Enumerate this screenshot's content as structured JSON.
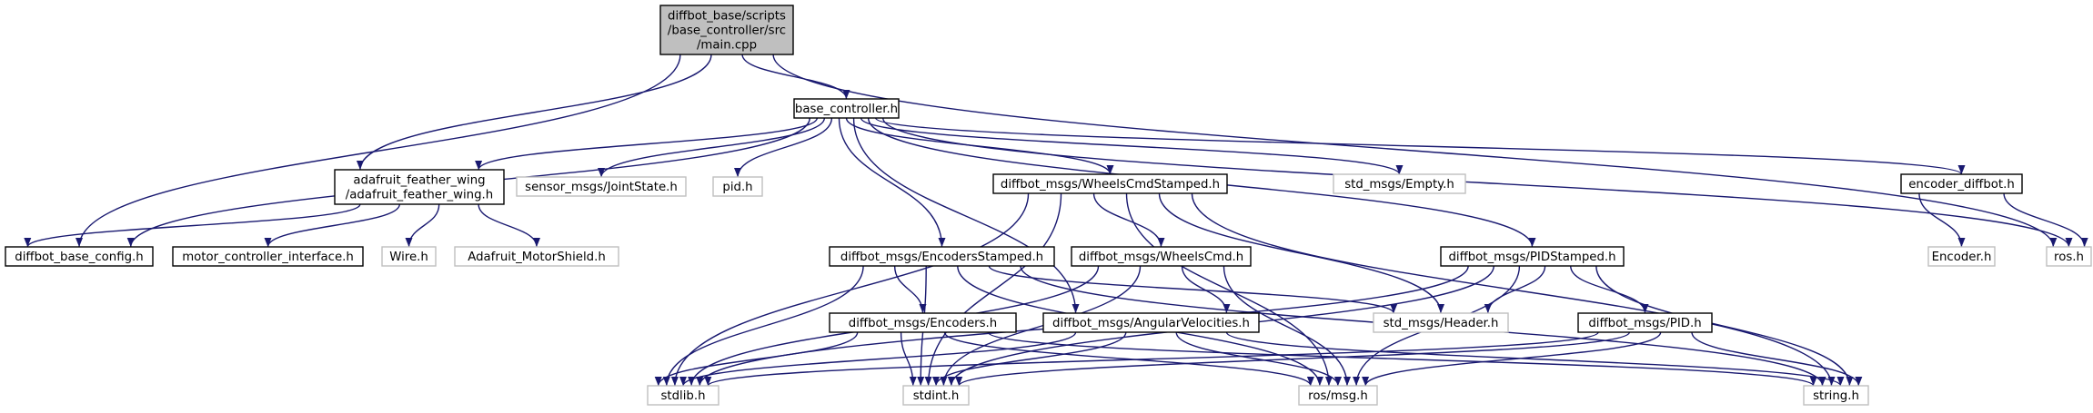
{
  "colors": {
    "edge": "#191970",
    "node_border": "#000000",
    "node_border_external": "#bfbfbf",
    "node_fill": "#ffffff",
    "root_fill": "#bfbfbf",
    "text": "#000000",
    "text_external": "#000000"
  },
  "graph": {
    "nodes": [
      {
        "id": "main",
        "lines": [
          "diffbot_base/scripts",
          "/base_controller/src",
          "/main.cpp"
        ],
        "kind": "root"
      },
      {
        "id": "base_controller",
        "lines": [
          "base_controller.h"
        ],
        "kind": "internal"
      },
      {
        "id": "adafruit_wing",
        "lines": [
          "adafruit_feather_wing",
          "/adafruit_feather_wing.h"
        ],
        "kind": "internal"
      },
      {
        "id": "diffbot_base_config",
        "lines": [
          "diffbot_base_config.h"
        ],
        "kind": "internal"
      },
      {
        "id": "motor_controller_interface",
        "lines": [
          "motor_controller_interface.h"
        ],
        "kind": "internal"
      },
      {
        "id": "wire",
        "lines": [
          "Wire.h"
        ],
        "kind": "external"
      },
      {
        "id": "adafruit_motorshield",
        "lines": [
          "Adafruit_MotorShield.h"
        ],
        "kind": "external"
      },
      {
        "id": "sensor_jointstate",
        "lines": [
          "sensor_msgs/JointState.h"
        ],
        "kind": "external"
      },
      {
        "id": "pid_h",
        "lines": [
          "pid.h"
        ],
        "kind": "external"
      },
      {
        "id": "wheels_cmd_stamped",
        "lines": [
          "diffbot_msgs/WheelsCmdStamped.h"
        ],
        "kind": "internal"
      },
      {
        "id": "std_empty",
        "lines": [
          "std_msgs/Empty.h"
        ],
        "kind": "external"
      },
      {
        "id": "encoder_diffbot",
        "lines": [
          "encoder_diffbot.h"
        ],
        "kind": "internal"
      },
      {
        "id": "encoder_h",
        "lines": [
          "Encoder.h"
        ],
        "kind": "external"
      },
      {
        "id": "ros_h",
        "lines": [
          "ros.h"
        ],
        "kind": "external"
      },
      {
        "id": "encoders_stamped",
        "lines": [
          "diffbot_msgs/EncodersStamped.h"
        ],
        "kind": "internal"
      },
      {
        "id": "wheels_cmd",
        "lines": [
          "diffbot_msgs/WheelsCmd.h"
        ],
        "kind": "internal"
      },
      {
        "id": "pid_stamped",
        "lines": [
          "diffbot_msgs/PIDStamped.h"
        ],
        "kind": "internal"
      },
      {
        "id": "encoders",
        "lines": [
          "diffbot_msgs/Encoders.h"
        ],
        "kind": "internal"
      },
      {
        "id": "angular_velocities",
        "lines": [
          "diffbot_msgs/AngularVelocities.h"
        ],
        "kind": "internal"
      },
      {
        "id": "std_header",
        "lines": [
          "std_msgs/Header.h"
        ],
        "kind": "external"
      },
      {
        "id": "pid_msg",
        "lines": [
          "diffbot_msgs/PID.h"
        ],
        "kind": "internal"
      },
      {
        "id": "stdlib",
        "lines": [
          "stdlib.h"
        ],
        "kind": "external"
      },
      {
        "id": "stdint",
        "lines": [
          "stdint.h"
        ],
        "kind": "external"
      },
      {
        "id": "ros_msg",
        "lines": [
          "ros/msg.h"
        ],
        "kind": "external"
      },
      {
        "id": "string_h",
        "lines": [
          "string.h"
        ],
        "kind": "external"
      }
    ],
    "edges": [
      [
        "main",
        "base_controller"
      ],
      [
        "main",
        "adafruit_wing"
      ],
      [
        "main",
        "diffbot_base_config"
      ],
      [
        "main",
        "ros_h"
      ],
      [
        "base_controller",
        "adafruit_wing"
      ],
      [
        "base_controller",
        "diffbot_base_config"
      ],
      [
        "base_controller",
        "sensor_jointstate"
      ],
      [
        "base_controller",
        "pid_h"
      ],
      [
        "base_controller",
        "wheels_cmd_stamped"
      ],
      [
        "base_controller",
        "std_empty"
      ],
      [
        "base_controller",
        "encoder_diffbot"
      ],
      [
        "base_controller",
        "encoders_stamped"
      ],
      [
        "base_controller",
        "pid_stamped"
      ],
      [
        "base_controller",
        "angular_velocities"
      ],
      [
        "base_controller",
        "ros_h"
      ],
      [
        "adafruit_wing",
        "diffbot_base_config"
      ],
      [
        "adafruit_wing",
        "motor_controller_interface"
      ],
      [
        "adafruit_wing",
        "wire"
      ],
      [
        "adafruit_wing",
        "adafruit_motorshield"
      ],
      [
        "encoder_diffbot",
        "encoder_h"
      ],
      [
        "encoder_diffbot",
        "ros_h"
      ],
      [
        "wheels_cmd_stamped",
        "wheels_cmd"
      ],
      [
        "wheels_cmd_stamped",
        "std_header"
      ],
      [
        "wheels_cmd_stamped",
        "ros_msg"
      ],
      [
        "wheels_cmd_stamped",
        "stdlib"
      ],
      [
        "wheels_cmd_stamped",
        "stdint"
      ],
      [
        "wheels_cmd_stamped",
        "string_h"
      ],
      [
        "encoders_stamped",
        "encoders"
      ],
      [
        "encoders_stamped",
        "std_header"
      ],
      [
        "encoders_stamped",
        "ros_msg"
      ],
      [
        "encoders_stamped",
        "stdlib"
      ],
      [
        "encoders_stamped",
        "stdint"
      ],
      [
        "encoders_stamped",
        "string_h"
      ],
      [
        "wheels_cmd",
        "angular_velocities"
      ],
      [
        "wheels_cmd",
        "ros_msg"
      ],
      [
        "wheels_cmd",
        "stdlib"
      ],
      [
        "wheels_cmd",
        "stdint"
      ],
      [
        "pid_stamped",
        "pid_msg"
      ],
      [
        "pid_stamped",
        "std_header"
      ],
      [
        "pid_stamped",
        "ros_msg"
      ],
      [
        "pid_stamped",
        "stdlib"
      ],
      [
        "pid_stamped",
        "stdint"
      ],
      [
        "pid_stamped",
        "string_h"
      ],
      [
        "encoders",
        "ros_msg"
      ],
      [
        "encoders",
        "stdlib"
      ],
      [
        "encoders",
        "stdint"
      ],
      [
        "encoders",
        "string_h"
      ],
      [
        "angular_velocities",
        "ros_msg"
      ],
      [
        "angular_velocities",
        "stdlib"
      ],
      [
        "angular_velocities",
        "stdint"
      ],
      [
        "angular_velocities",
        "string_h"
      ],
      [
        "pid_msg",
        "ros_msg"
      ],
      [
        "pid_msg",
        "stdlib"
      ],
      [
        "pid_msg",
        "stdint"
      ],
      [
        "pid_msg",
        "string_h"
      ]
    ]
  }
}
